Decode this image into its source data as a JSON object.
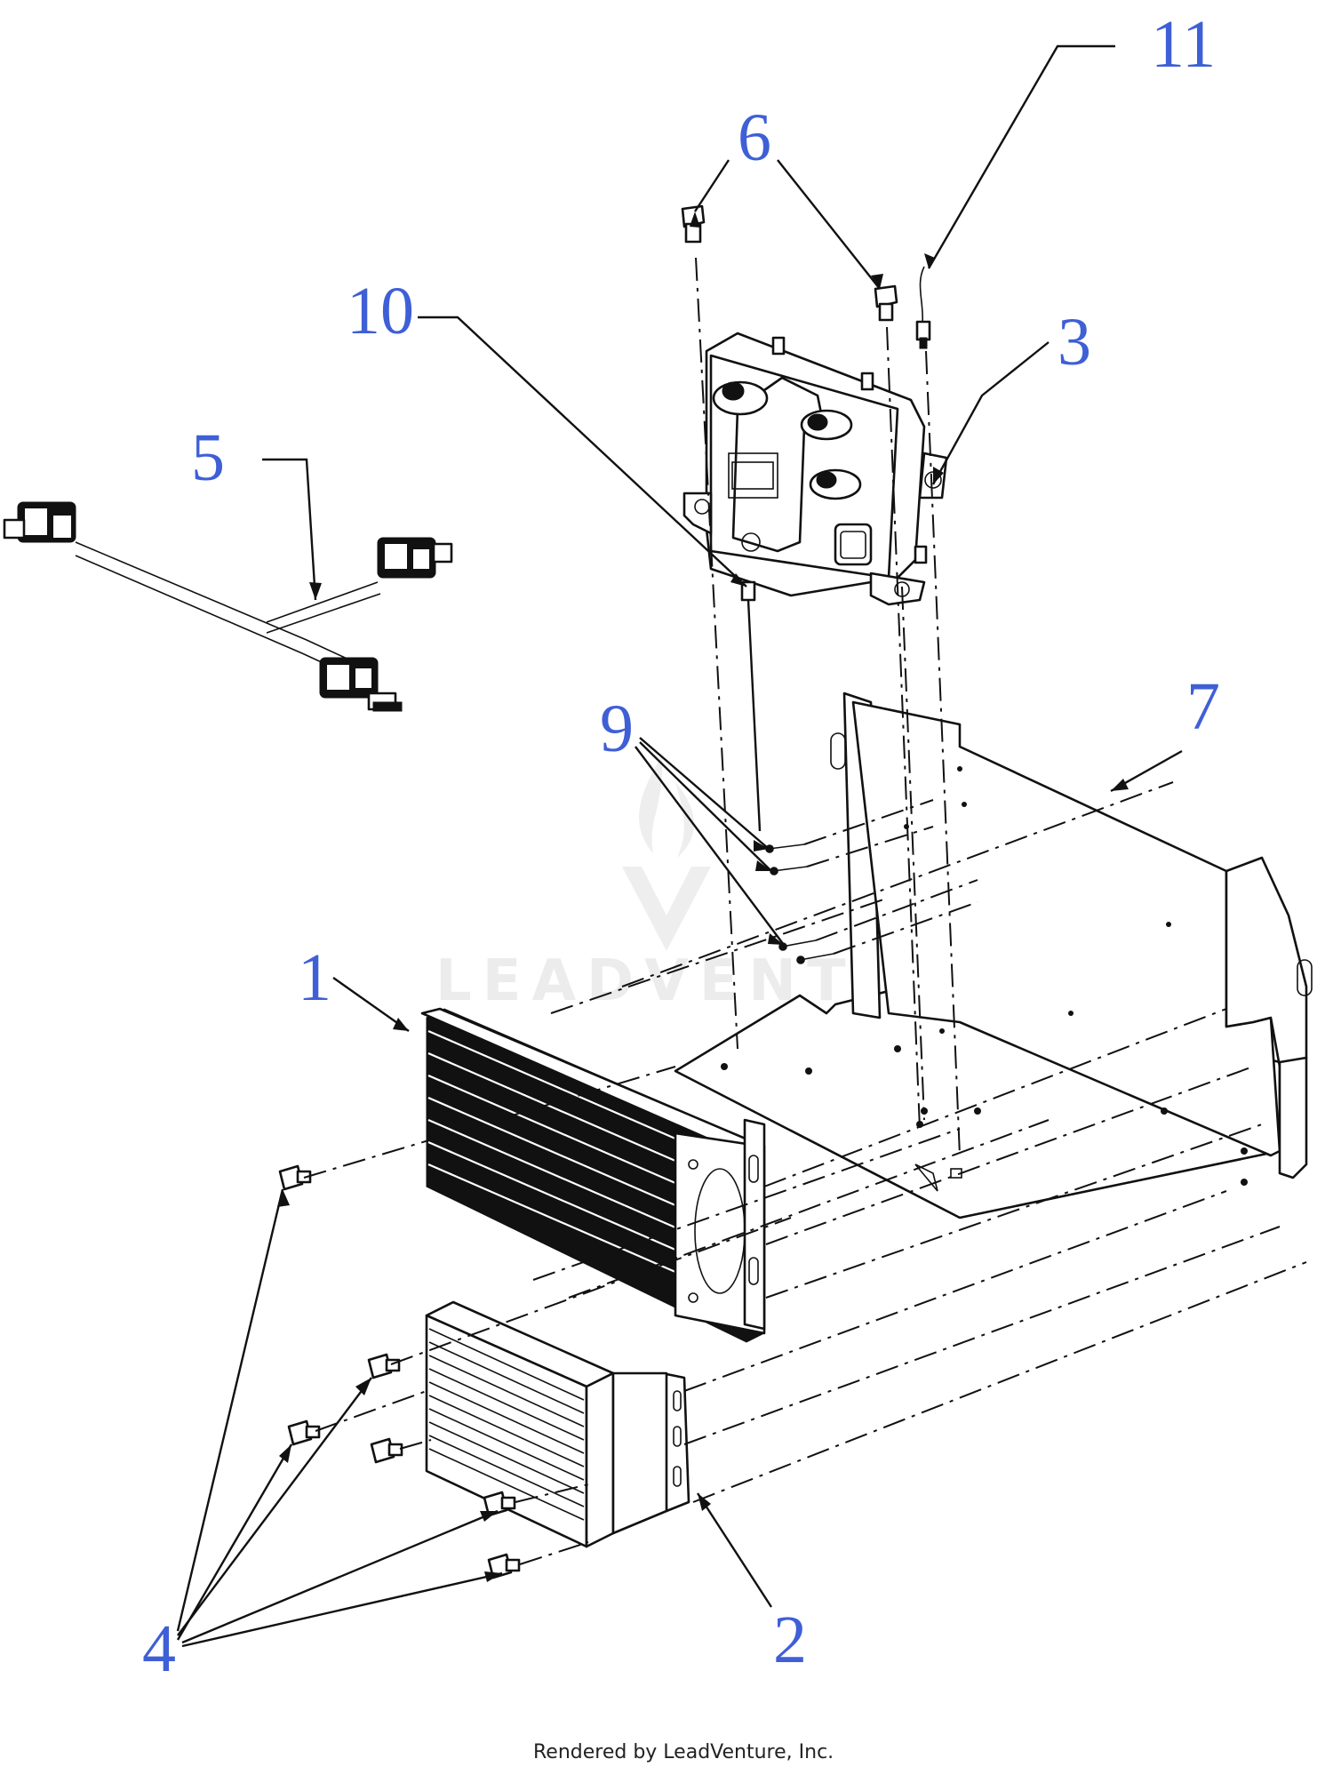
{
  "callouts": {
    "c1": "1",
    "c2": "2",
    "c3": "3",
    "c4": "4",
    "c5": "5",
    "c6": "6",
    "c7": "7",
    "c9": "9",
    "c10": "10",
    "c11": "11"
  },
  "watermark": "LEADVENTURE",
  "footer": "Rendered by LeadVenture, Inc.",
  "colors": {
    "callout": "#3f5fd6",
    "line": "#111111",
    "watermark": "#ececec"
  }
}
